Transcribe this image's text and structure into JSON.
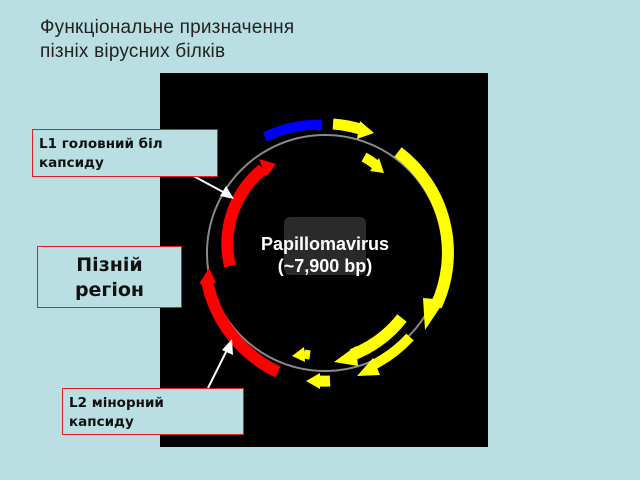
{
  "title": {
    "line1": "Функціональне призначення",
    "line2": "пізніх вірусних білків"
  },
  "diagram": {
    "center_label": {
      "line1": "Papillomavirus",
      "line2": "(~7,900 bp)"
    },
    "background_color": "#000000",
    "genome_circle_color": "#8a8a8a",
    "early_gene_color": "#ffff00",
    "late_gene_color": "#ff0000",
    "regulatory_region_color": "#0000ff",
    "arrow_pointer_color": "#ffffff",
    "icons": [
      "arrow-pointer-icon"
    ]
  },
  "labels": {
    "l1": {
      "line1": "L1 головний біл",
      "line2": "капсиду"
    },
    "late_region": {
      "line1": "Пізній",
      "line2": "регіон"
    },
    "l2": {
      "line1": "L2 мінорний",
      "line2": "капсиду"
    },
    "border_color": "#e02020"
  }
}
